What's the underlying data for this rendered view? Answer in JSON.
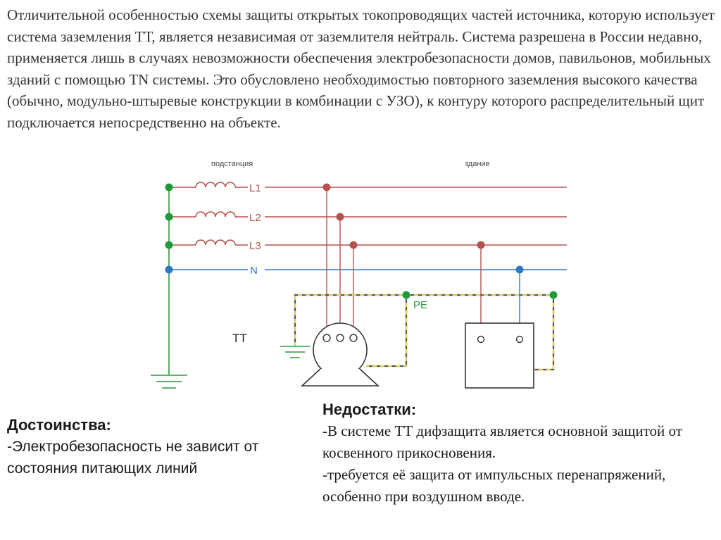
{
  "intro": {
    "text": "Отличительной особенностью схемы защиты открытых токопроводящих частей источника, которую использует система заземления ТТ, является независимая от заземлителя нейтраль. Система разрешена в России недавно, применяется лишь в случаях невозможности обеспечения электробезопасности домов, павильонов, мобильных зданий с помощью TN системы. Это обусловлено необходимостью повторного заземления высокого качества (обычно, модульно-штыревые конструкции в комбинации с УЗО), к контуру которого распределительный щит подключается непосредственно на объекте."
  },
  "diagram": {
    "substation_label": "подстанция",
    "building_label": "здание",
    "line_labels": [
      "L1",
      "L2",
      "L3",
      "N"
    ],
    "pe_label": "PE",
    "system_label": "ТТ",
    "colors": {
      "phase": "#b5524e",
      "neutral": "#2f78c4",
      "earth": "#1f9a3a",
      "pe": "#d6d64a",
      "wire": "#333333"
    }
  },
  "pros": {
    "title": "Достоинства:",
    "items": [
      "-Электробезопасность не зависит от состояния питающих линий"
    ]
  },
  "cons": {
    "title": "Недостатки:",
    "items": [
      "-В системе ТТ дифзащита является основной защитой от косвенного прикосновения.",
      "-требуется её защита от импульсных перенапряжений, особенно при воздушном вводе."
    ]
  }
}
